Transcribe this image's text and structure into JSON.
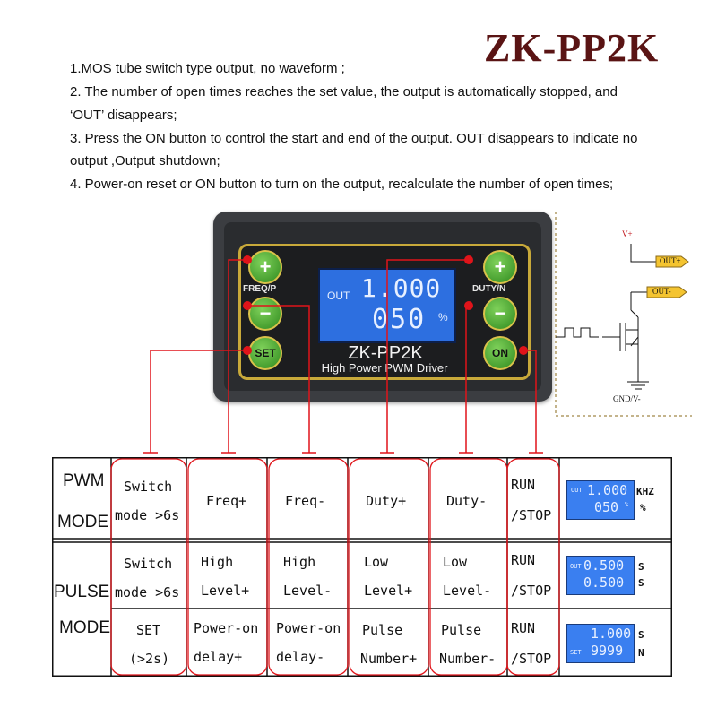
{
  "title": "ZK-PP2K",
  "notes": [
    "1.MOS tube switch type output, no waveform ;",
    "2. The number of open times reaches the set value, the output is automatically stopped, and",
    "  ‘OUT’   disappears;",
    "3. Press the ON button to control the start and end of the output. OUT disappears to indicate no",
    "output ,Output shutdown;",
    "4. Power-on reset or ON button to turn on the output, recalculate the number of open times;"
  ],
  "device": {
    "plus_symbol": "+",
    "minus_symbol": "−",
    "freq_label": "FREQ/P",
    "duty_label": "DUTY/N",
    "set_label": "SET",
    "on_label": "ON",
    "lcd_out": "OUT",
    "lcd_line1": "1.000",
    "lcd_line2": "050",
    "lcd_unit": "%",
    "brand": "ZK-PP2K",
    "subtitle": "High Power PWM Driver"
  },
  "schematic": {
    "vplus": "V+",
    "out_plus": "OUT+",
    "out_minus": "OUT-",
    "gnd": "GND/V-"
  },
  "table": {
    "pwm_mode_line1": "PWM",
    "pwm_mode_line2": "MODE",
    "pulse_mode_line1": "PULSE",
    "pulse_mode_line2": "MODE",
    "pwm_row": {
      "c1a": "Switch",
      "c1b": "mode >6s",
      "c2": "Freq+",
      "c3": "Freq-",
      "c4": "Duty+",
      "c5": "Duty-",
      "c6a": "RUN",
      "c6b": "/STOP",
      "lcd_l1": "1.000",
      "lcd_l2": "050",
      "lcd_out": "OUT",
      "lcd_pct": "%",
      "unit1": "KHZ",
      "unit2": "%"
    },
    "pulse_row1": {
      "c1a": "Switch",
      "c1b": "mode >6s",
      "c2a": "High",
      "c2b": "Level+",
      "c3a": "High",
      "c3b": "Level-",
      "c4a": "Low",
      "c4b": "Level+",
      "c5a": "Low",
      "c5b": "Level-",
      "c6a": "RUN",
      "c6b": "/STOP",
      "lcd_l1": "0.500",
      "lcd_l2": "0.500",
      "lcd_out": "OUT",
      "unit1": "S",
      "unit2": "S"
    },
    "pulse_row2": {
      "c1a": "SET",
      "c1b": "(>2s)",
      "c2a": "Power-on",
      "c2b": "delay+",
      "c3a": "Power-on",
      "c3b": "delay-",
      "c4a": "Pulse",
      "c4b": "Number+",
      "c5a": "Pulse",
      "c5b": "Number-",
      "c6a": "RUN",
      "c6b": "/STOP",
      "lcd_l1": "1.000",
      "lcd_l2": "9999",
      "lcd_set": "SET",
      "unit1": "S",
      "unit2": "N"
    }
  },
  "colors": {
    "title": "#5a1414",
    "callout_red": "#e0141a",
    "button_green": "#3fa42a",
    "lcd_blue": "#2d6fe0",
    "schematic_gold": "#f4c430"
  }
}
